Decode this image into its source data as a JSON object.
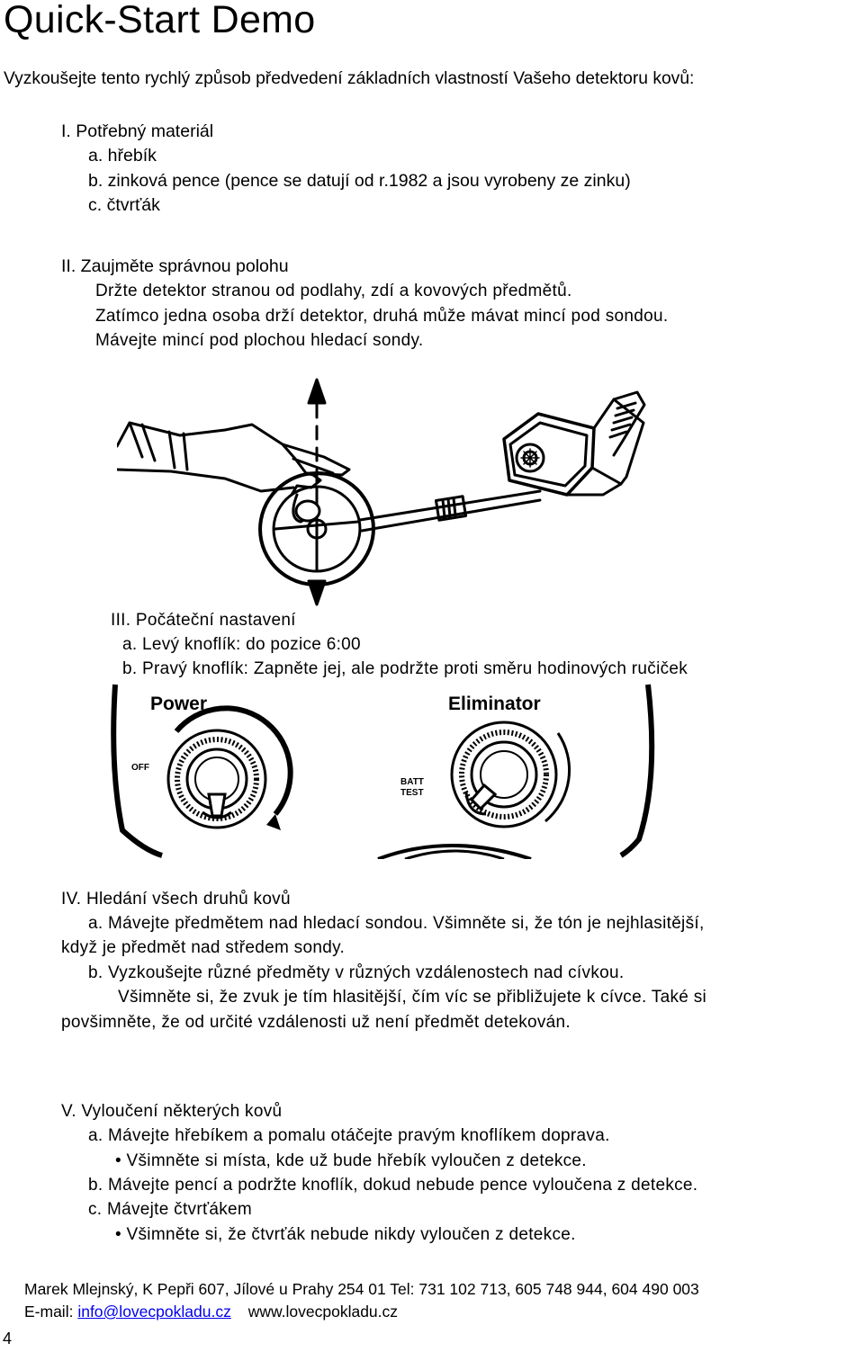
{
  "title": "Quick-Start Demo",
  "intro": "Vyzkoušejte tento rychlý způsob předvedení základních vlastností Vašeho detektoru kovů:",
  "section1": {
    "heading": "I. Potřebný materiál",
    "items": [
      "a. hřebík",
      "b. zinková pence (pence se datují od r.1982 a jsou vyrobeny ze zinku)",
      "c. čtvrťák"
    ]
  },
  "section2": {
    "heading": "II. Zaujměte správnou polohu",
    "lines": [
      "Držte detektor stranou od podlahy, zdí a kovových předmětů.",
      "Zatímco jedna osoba drží detektor, druhá může mávat mincí pod sondou.",
      "Mávejte mincí pod plochou hledací sondy."
    ]
  },
  "section3": {
    "heading": "III. Počáteční nastavení",
    "items": [
      "a. Levý knoflík: do pozice 6:00",
      "b. Pravý knoflík: Zapněte jej, ale podržte proti směru hodinových ručiček"
    ]
  },
  "panel": {
    "power_label": "Power",
    "eliminator_label": "Eliminator",
    "off_label": "OFF",
    "batt_label": "BATT",
    "test_label": "TEST"
  },
  "section4": {
    "heading": "IV. Hledání všech druhů kovů",
    "lines": [
      "a. Mávejte předmětem nad hledací sondou. Všimněte si, že tón je nejhlasitější,",
      "když je předmět nad středem sondy.",
      "b. Vyzkoušejte různé předměty v různých vzdálenostech nad cívkou.",
      "Všimněte si, že zvuk je tím hlasitější, čím víc se přibližujete k cívce. Také si",
      "povšimněte, že od určité vzdálenosti už není předmět detekován."
    ]
  },
  "section5": {
    "heading": "V. Vyloučení některých kovů",
    "lines": [
      "a. Mávejte hřebíkem a pomalu otáčejte pravým knoflíkem doprava.",
      "• Všimněte si místa, kde už bude hřebík vyloučen z detekce.",
      "b. Mávejte pencí a podržte knoflík, dokud nebude pence vyloučena z detekce.",
      "c. Mávejte čtvrťákem",
      "• Všimněte si, že čtvrťák nebude nikdy vyloučen z detekce."
    ]
  },
  "footer": {
    "line1": "Marek Mlejnský, K Pepři 607, Jílové u Prahy   254 01 Tel: 731 102 713, 605 748 944, 604 490 003",
    "email_label": "E-mail:",
    "email": "info@lovecpokladu.cz",
    "web": "www.lovecpokladu.cz"
  },
  "page_number": "4"
}
